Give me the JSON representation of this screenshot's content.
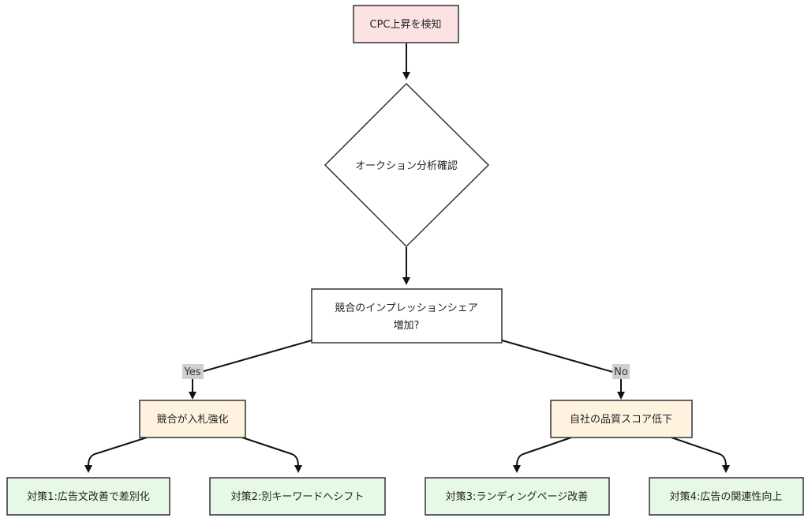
{
  "colors": {
    "start_fill": "#fde2e4",
    "diamond_fill": "#ffffff",
    "decision_fill": "#ffffff",
    "mid_fill": "#fff3e0",
    "leaf_fill": "#e6f9e6",
    "stroke": "#333333",
    "edge": "#111111",
    "edge_label_bg": "#cfcfcf"
  },
  "nodes": {
    "start": "CPC上昇を検知",
    "auction": "オークション分析確認",
    "decision_line1": "競合のインプレッションシェア",
    "decision_line2": "増加?",
    "competitor": "競合が入札強化",
    "quality": "自社の品質スコア低下",
    "action1": "対策1:広告文改善で差別化",
    "action2": "対策2:別キーワードへシフト",
    "action3": "対策3:ランディングページ改善",
    "action4": "対策4:広告の関連性向上"
  },
  "edge_labels": {
    "yes": "Yes",
    "no": "No"
  }
}
